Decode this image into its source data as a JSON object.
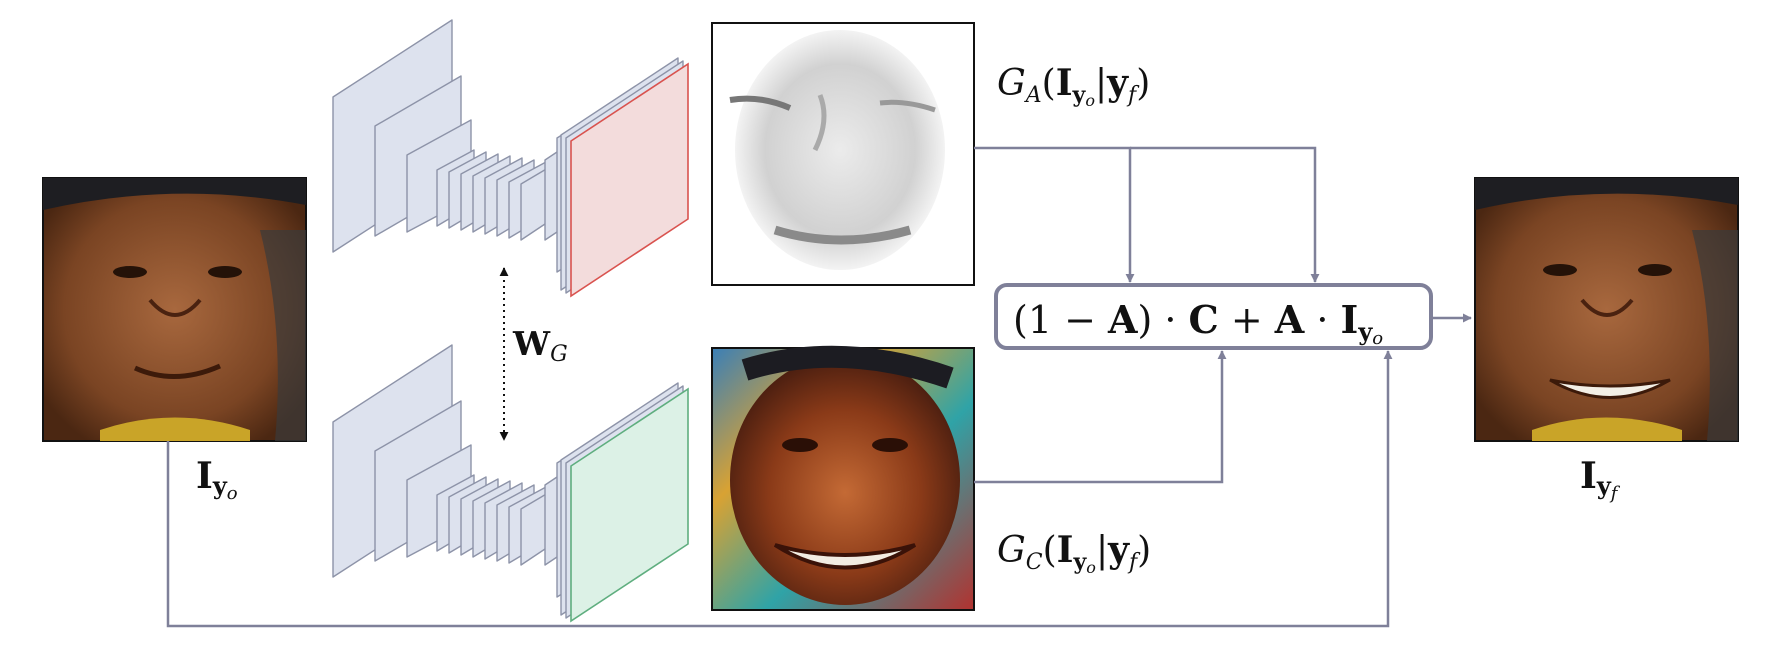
{
  "labels": {
    "input": {
      "main": "I",
      "sub": "y",
      "subsub": "o"
    },
    "output": {
      "main": "I",
      "sub": "y",
      "subsub": "f"
    },
    "weights": {
      "main": "W",
      "sub": "G"
    },
    "attention": {
      "fn": "G",
      "fn_sub": "A",
      "open": "(",
      "arg": "I",
      "arg_sub": "y",
      "arg_subsub": "o",
      "bar": "|",
      "cond": "y",
      "cond_sub": "f",
      "close": ")"
    },
    "color": {
      "fn": "G",
      "fn_sub": "C",
      "open": "(",
      "arg": "I",
      "arg_sub": "y",
      "arg_subsub": "o",
      "bar": "|",
      "cond": "y",
      "cond_sub": "f",
      "close": ")"
    },
    "formula": {
      "p1": "(1 − ",
      "A1": "A",
      "p2": ") · ",
      "C": "C",
      "p3": " + ",
      "A2": "A",
      "p4": " · ",
      "I": "I",
      "I_sub": "y",
      "I_subsub": "o"
    }
  },
  "colors": {
    "arrow": "#7f8099",
    "block_fill": "#dde2ee",
    "attention_output": "#f3dcdc",
    "attention_edge": "#d9534f",
    "color_output": "#dcf1e6",
    "color_edge": "#5fae7f",
    "skin_dark": "#6a3a1c",
    "skin_mid": "#a8683e"
  },
  "icons": {
    "input_face": "face-photo",
    "output_face": "face-photo-smiling",
    "attention_mask": "grayscale-attention-mask",
    "color_mask": "color-mask-face",
    "shared_weights": "dotted-double-arrow"
  }
}
